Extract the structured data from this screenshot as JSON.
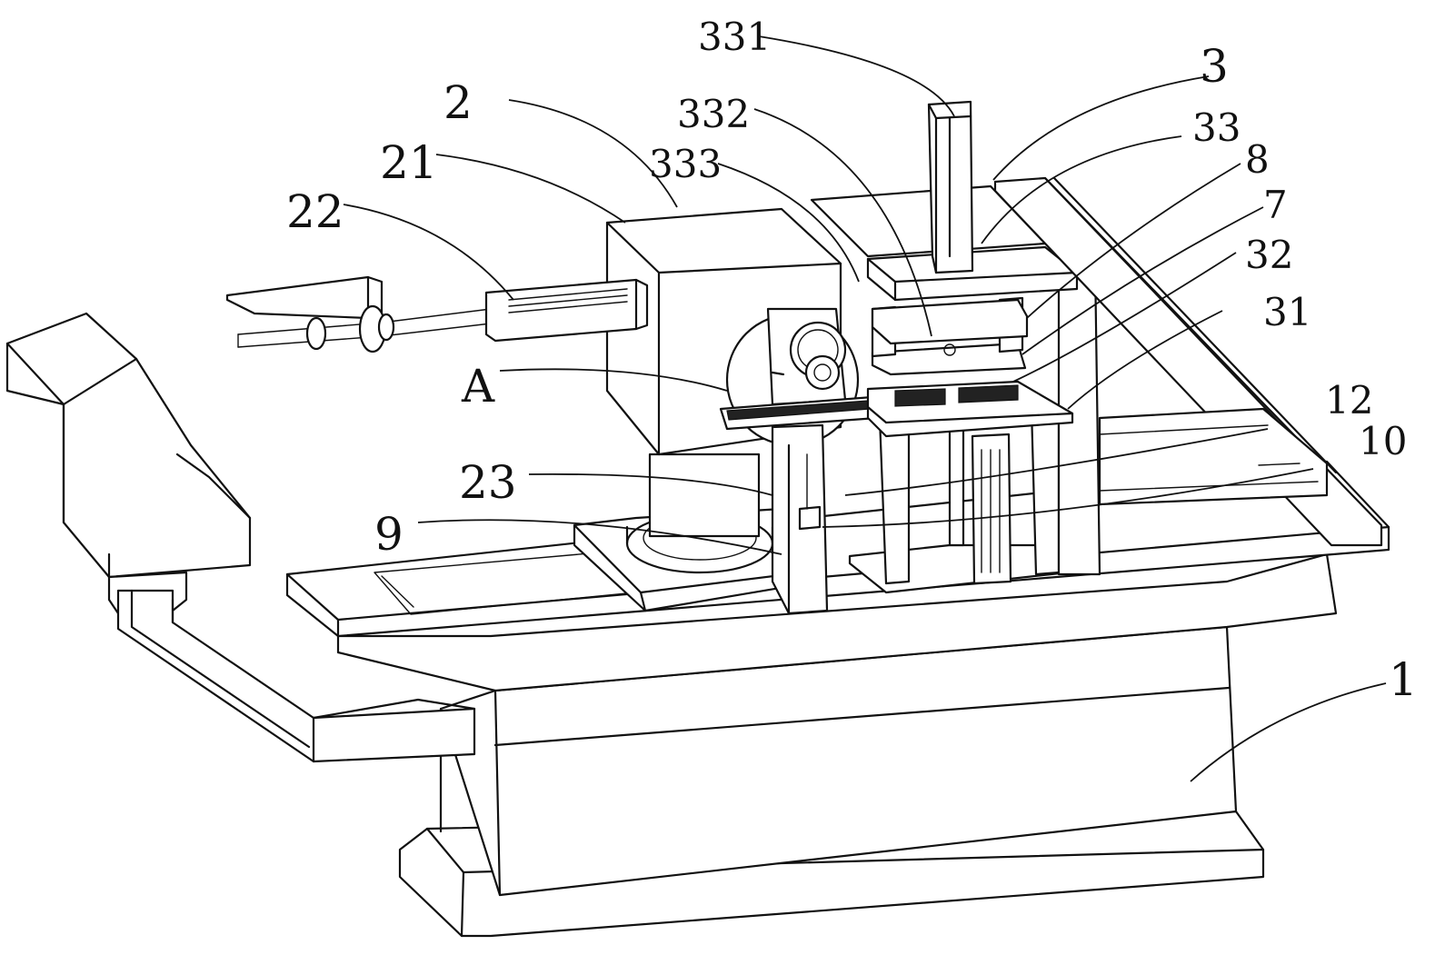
{
  "figure": {
    "labels": {
      "l1": "1",
      "l2": "2",
      "l21": "21",
      "l22": "22",
      "l23": "23",
      "l3": "3",
      "l31": "31",
      "l32": "32",
      "l33": "33",
      "l331": "331",
      "l332": "332",
      "l333": "333",
      "l7": "7",
      "l8": "8",
      "l9": "9",
      "l10": "10",
      "l12": "12",
      "lA": "A"
    }
  }
}
